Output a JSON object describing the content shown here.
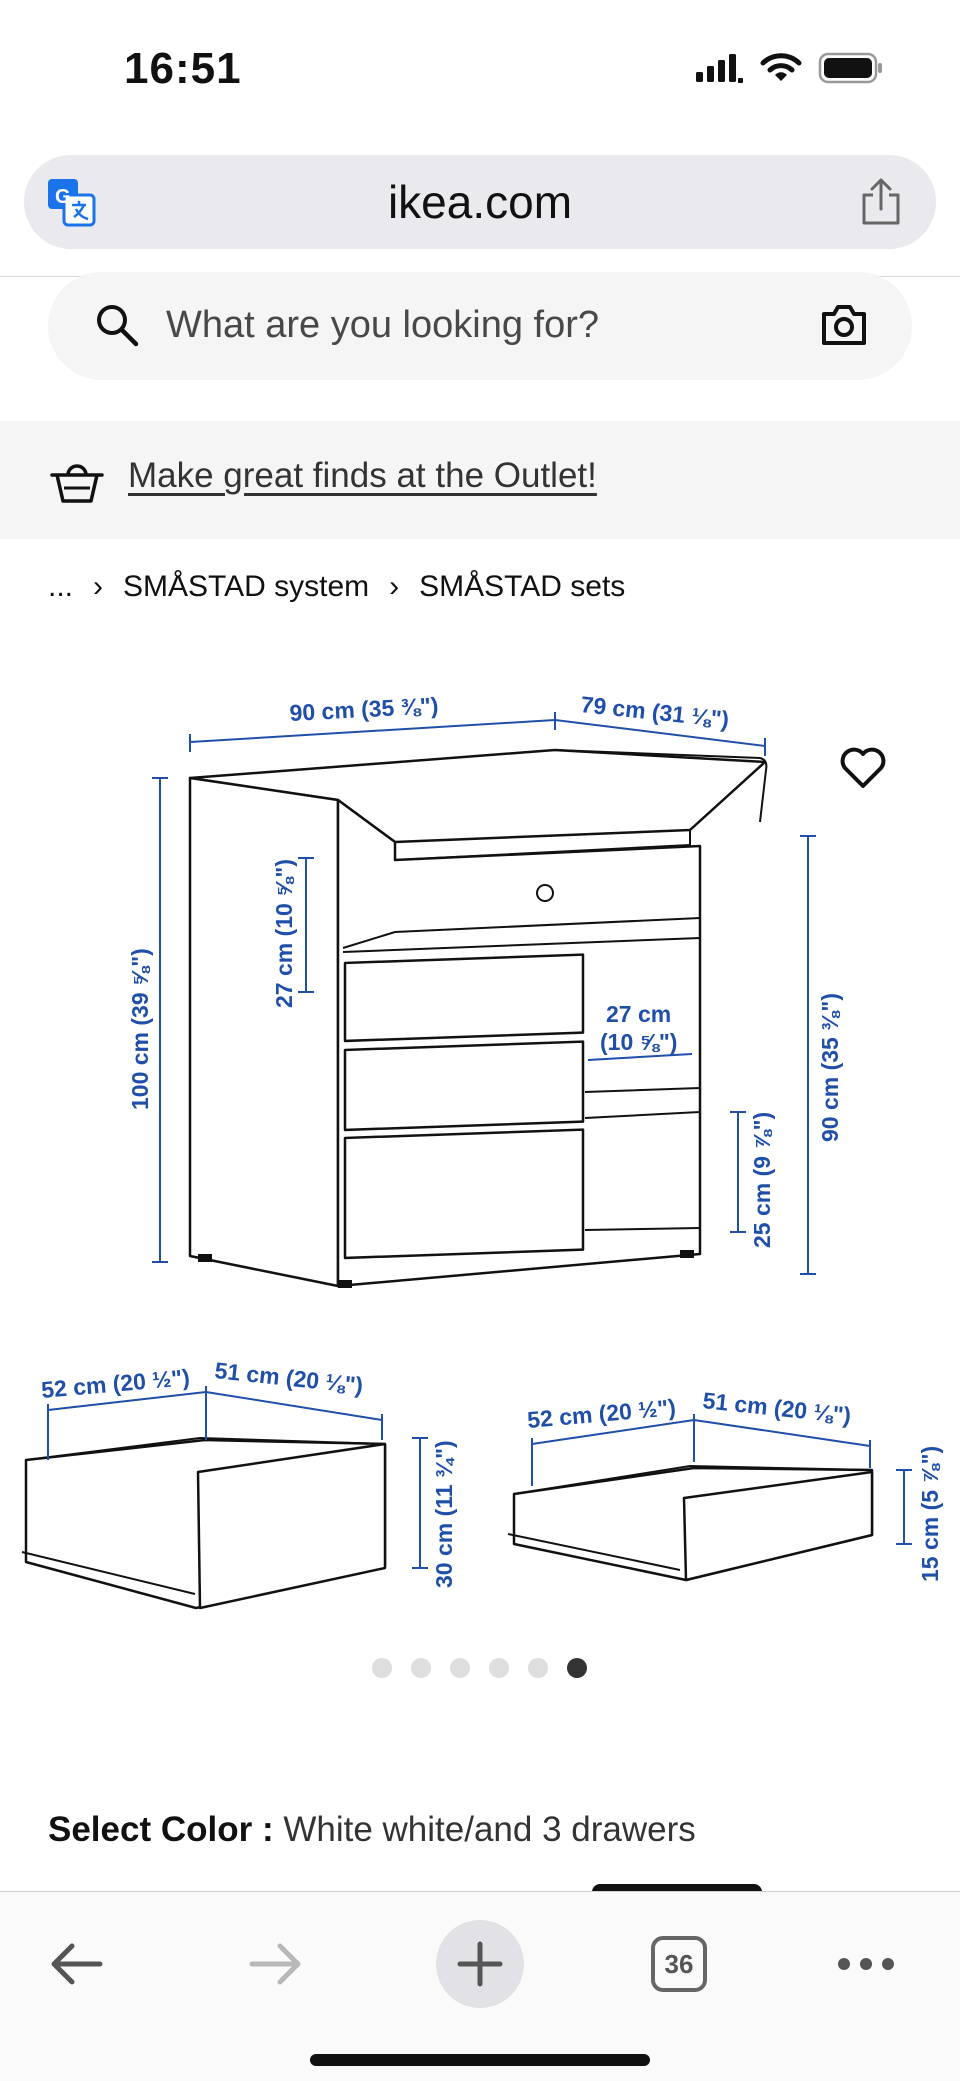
{
  "status_bar": {
    "time": "16:51"
  },
  "browser": {
    "url": "ikea.com",
    "tab_count": "36"
  },
  "search": {
    "placeholder": "What are you looking for?"
  },
  "outlet_banner": {
    "text": "Make great finds at the Outlet!"
  },
  "breadcrumb": {
    "ellipsis": "...",
    "items": [
      "SMÅSTAD system",
      "SMÅSTAD sets"
    ]
  },
  "dimensions": {
    "width_front": "90 cm (35 ⅜\")",
    "depth_top": "79 cm (31 ⅛\")",
    "total_height": "100 cm (39 ⅝\")",
    "table_height": "90 cm (35 ⅜\")",
    "shelf_gap": "27 cm (10 ⅝\")",
    "compartment_width_1": "27 cm",
    "compartment_width_2": "(10 ⅝\")",
    "bottom_compartment": "25 cm (9 ⅞\")",
    "drawer_large_depth": "52 cm (20 ½\")",
    "drawer_large_width": "51 cm (20 ⅛\")",
    "drawer_large_height": "30 cm (11 ¾\")",
    "drawer_small_depth": "52 cm (20 ½\")",
    "drawer_small_width": "51 cm (20 ⅛\")",
    "drawer_small_height": "15 cm (5 ⅞\")"
  },
  "carousel": {
    "total": 6,
    "active_index": 5
  },
  "product": {
    "select_color_label": "Select Color :",
    "select_color_value": "White white/and 3 drawers"
  }
}
